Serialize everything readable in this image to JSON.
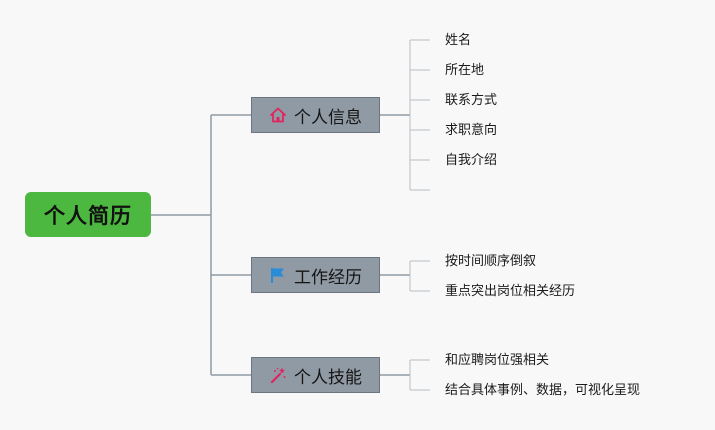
{
  "root": {
    "label": "个人简历",
    "color": "#4cb83f"
  },
  "branches": [
    {
      "label": "个人信息",
      "icon": "home-icon",
      "icon_color": "#e0245e",
      "leaves": [
        "姓名",
        "所在地",
        "联系方式",
        "求职意向",
        "自我介绍",
        ""
      ]
    },
    {
      "label": "工作经历",
      "icon": "flag-icon",
      "icon_color": "#2a8bd8",
      "leaves": [
        "按时间顺序倒叙",
        "重点突出岗位相关经历"
      ]
    },
    {
      "label": "个人技能",
      "icon": "magic-wand-icon",
      "icon_color": "#e0245e",
      "leaves": [
        "和应聘岗位强相关",
        "结合具体事例、数据，可视化呈现"
      ]
    }
  ],
  "colors": {
    "background": "#f8f8f8",
    "branch_fill": "#8f9aa4",
    "connector": "#8f9aa4",
    "leaf_connector": "#b9bec3"
  }
}
